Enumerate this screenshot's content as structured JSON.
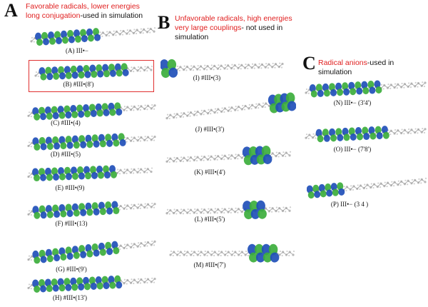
{
  "panels": {
    "A": {
      "letter": "A",
      "title_red": "Favorable radicals, lower energies",
      "title_red2": "long conjugation",
      "title_black2": "-used in simulation",
      "captions": [
        "(A) III•−",
        "(B) #III•(8')",
        "(C) #III•(4)",
        "(D) #III•(5)",
        "(E) #III•(9)",
        "(F) #III•(13)",
        "(G) #III•(9')",
        "(H) #III•(13')"
      ]
    },
    "B": {
      "letter": "B",
      "title_red": "Unfavorable radicals, high energies",
      "title_red2": "very large couplings",
      "title_black2": "- not used in",
      "title_black3": "simulation",
      "captions": [
        "(I) #III•(3)",
        "(J) #III•(3')",
        "(K) #III•(4')",
        "(L) #III•(5')",
        "(M) #III•(7')"
      ]
    },
    "C": {
      "letter": "C",
      "title_red": "Radical anions",
      "title_black": "-used in simulation",
      "captions": [
        "(N) III•− (3'4')",
        "(O) III•− (7'8')",
        "(P) III•− (3 4 )"
      ]
    }
  },
  "colors": {
    "red": "#e02020",
    "orbital_blue": "#1f4fb8",
    "orbital_green": "#3cae3c",
    "atom_gray": "#b8b8b8"
  }
}
